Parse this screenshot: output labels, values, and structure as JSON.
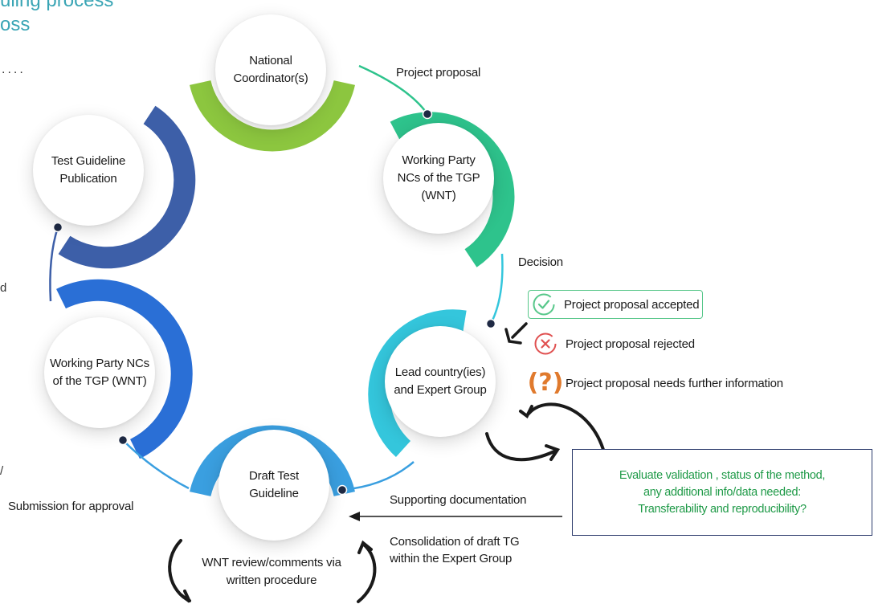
{
  "page_title": {
    "line1": "uling process",
    "line2": "oss"
  },
  "left_edge_fragments": {
    "dots": "....",
    "frag_d": "d",
    "frag_slash": "/"
  },
  "colors": {
    "accent_title": "#3aa5b5",
    "national_coordinator": "#8cc63f",
    "working_party_wnt_top": "#2ec38c",
    "lead_country": "#34c6dc",
    "draft_test_guideline": "#3a9fe0",
    "working_party_wnt_left": "#2a6fd6",
    "test_guideline_publication": "#3d5fa8",
    "eval_text": "#1f9a48",
    "accepted_icon": "#57c78a",
    "rejected_icon": "#e05050",
    "question_icon": "#e07a2d"
  },
  "nodes": {
    "national_coordinator": "National\nCoordinator(s)",
    "working_party_wnt_top": "Working Party\nNCs of the TGP\n(WNT)",
    "lead_country": "Lead country(ies)\nand Expert Group",
    "draft_test_guideline": "Draft Test\nGuideline",
    "working_party_wnt_left": "Working Party NCs\nof the TGP (WNT)",
    "test_guideline_publication": "Test  Guideline\nPublication"
  },
  "edge_labels": {
    "project_proposal": "Project proposal",
    "decision": "Decision",
    "supporting_documentation": "Supporting documentation",
    "consolidation": "Consolidation of draft TG\nwithin the Expert Group",
    "submission_for_approval": "Submission for approval",
    "wnt_review": "WNT review/comments via\nwritten procedure"
  },
  "outcomes": {
    "accepted": {
      "label": "Project proposal accepted",
      "icon": "check-circle-icon"
    },
    "rejected": {
      "label": "Project proposal rejected",
      "icon": "x-circle-icon"
    },
    "needs_info": {
      "label": "Project proposal needs further information",
      "icon": "question-icon",
      "glyph": "(?)"
    }
  },
  "evaluation_note": "Evaluate validation , status of the method,\nany additional info/data needed:\nTransferability and reproducibility?"
}
